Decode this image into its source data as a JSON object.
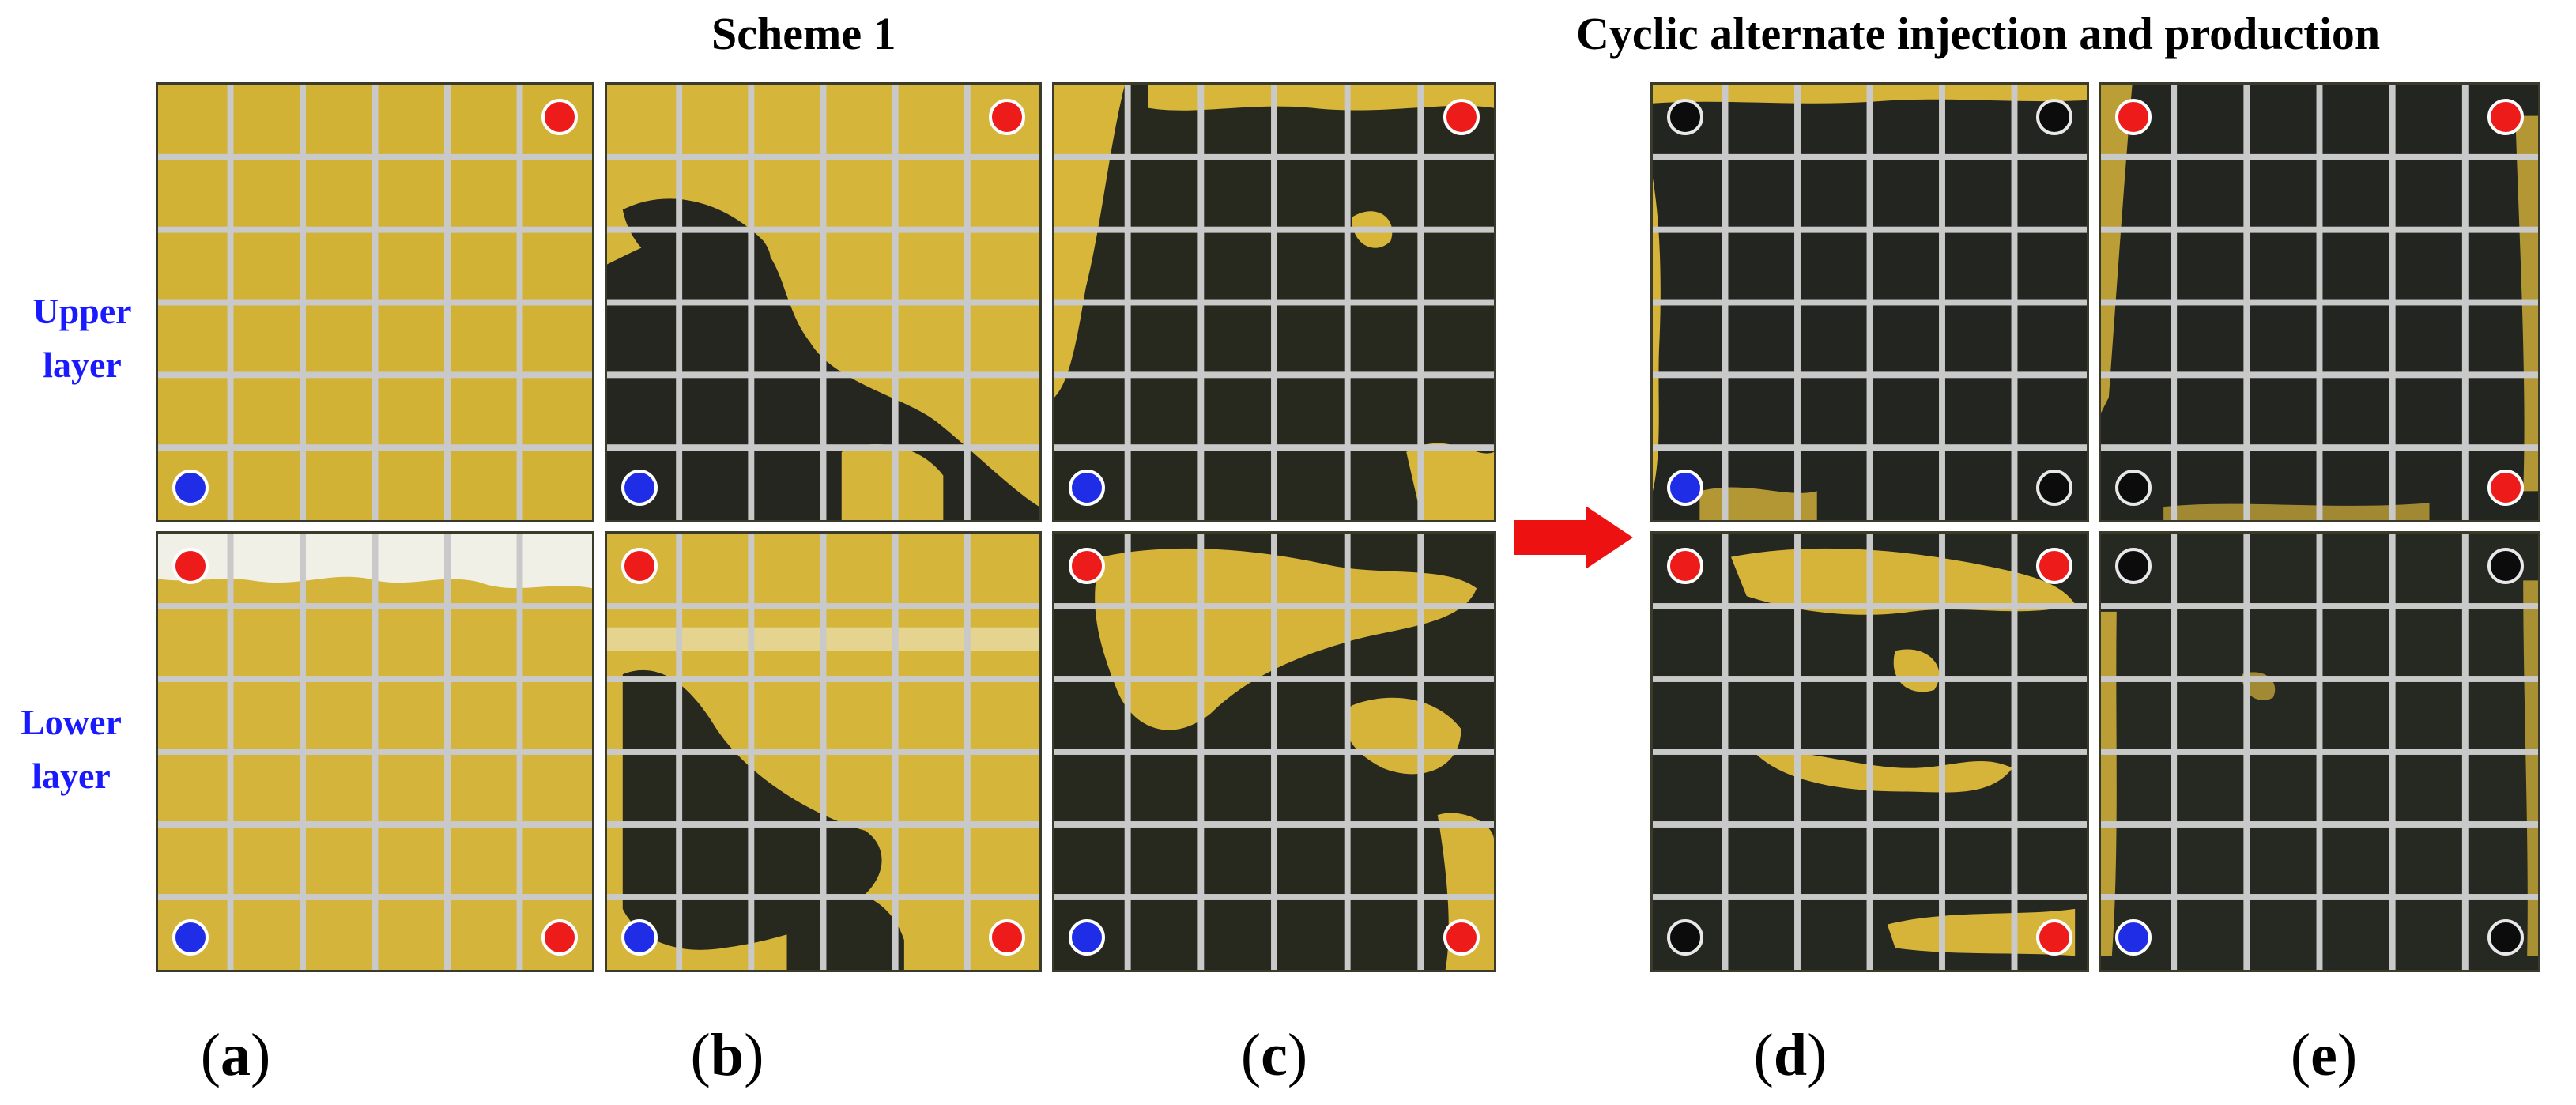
{
  "headings": {
    "scheme": "Scheme 1",
    "cyclic": "Cyclic alternate injection and production"
  },
  "row_labels": {
    "upper": [
      "Upper",
      "layer"
    ],
    "lower": [
      "Lower",
      "layer"
    ]
  },
  "captions": [
    "a",
    "b",
    "c",
    "d",
    "e"
  ],
  "colors": {
    "sand_oil": "#d8b73b",
    "displaced_dark": "#272925",
    "grid_wire": "#c9c9c9",
    "injection_well": "#1f2ee6",
    "production_well": "#ee1b1b",
    "shut_in_well": "#0c0c0c",
    "row_label_text": "#1a1aff",
    "arrow": "#ee1111"
  },
  "panels": {
    "a_upper": {
      "base": "yellow",
      "wells": [
        {
          "pos": "top-right",
          "type": "red"
        },
        {
          "pos": "bottom-left",
          "type": "blue"
        }
      ]
    },
    "a_lower": {
      "base": "yellow",
      "wells": [
        {
          "pos": "top-left",
          "type": "red"
        },
        {
          "pos": "bottom-left",
          "type": "blue"
        },
        {
          "pos": "bottom-right",
          "type": "red"
        }
      ]
    },
    "b_upper": {
      "base": "yellow",
      "wells": [
        {
          "pos": "top-right",
          "type": "red"
        },
        {
          "pos": "bottom-left",
          "type": "blue"
        }
      ]
    },
    "b_lower": {
      "base": "yellow",
      "wells": [
        {
          "pos": "top-left",
          "type": "red"
        },
        {
          "pos": "bottom-left",
          "type": "blue"
        },
        {
          "pos": "bottom-right",
          "type": "red"
        }
      ]
    },
    "c_upper": {
      "base": "dark",
      "wells": [
        {
          "pos": "top-right",
          "type": "red"
        },
        {
          "pos": "bottom-left",
          "type": "blue"
        }
      ]
    },
    "c_lower": {
      "base": "dark",
      "wells": [
        {
          "pos": "top-left",
          "type": "red"
        },
        {
          "pos": "bottom-left",
          "type": "blue"
        },
        {
          "pos": "bottom-right",
          "type": "red"
        }
      ]
    },
    "d_upper": {
      "base": "dark",
      "wells": [
        {
          "pos": "top-left",
          "type": "black"
        },
        {
          "pos": "top-right",
          "type": "black"
        },
        {
          "pos": "bottom-left",
          "type": "blue"
        },
        {
          "pos": "bottom-right",
          "type": "black"
        }
      ]
    },
    "d_lower": {
      "base": "dark",
      "wells": [
        {
          "pos": "top-left",
          "type": "red"
        },
        {
          "pos": "top-right",
          "type": "red"
        },
        {
          "pos": "bottom-left",
          "type": "black"
        },
        {
          "pos": "bottom-right",
          "type": "red"
        }
      ]
    },
    "e_upper": {
      "base": "dark",
      "wells": [
        {
          "pos": "top-left",
          "type": "red"
        },
        {
          "pos": "top-right",
          "type": "red"
        },
        {
          "pos": "bottom-left",
          "type": "black"
        },
        {
          "pos": "bottom-right",
          "type": "red"
        }
      ]
    },
    "e_lower": {
      "base": "dark",
      "wells": [
        {
          "pos": "top-left",
          "type": "black"
        },
        {
          "pos": "top-right",
          "type": "black"
        },
        {
          "pos": "bottom-left",
          "type": "blue"
        },
        {
          "pos": "bottom-right",
          "type": "black"
        }
      ]
    }
  }
}
